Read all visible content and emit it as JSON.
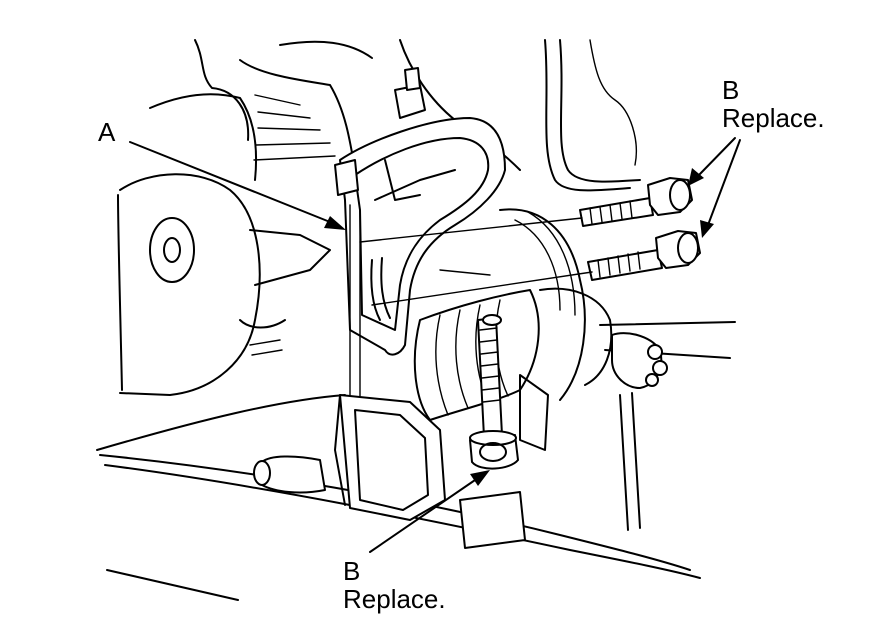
{
  "labels": {
    "a": "A",
    "b_right_letter": "B",
    "b_right_note": "Replace.",
    "b_bottom_letter": "B",
    "b_bottom_note": "Replace."
  },
  "colors": {
    "ink": "#000000",
    "paper": "#ffffff"
  }
}
